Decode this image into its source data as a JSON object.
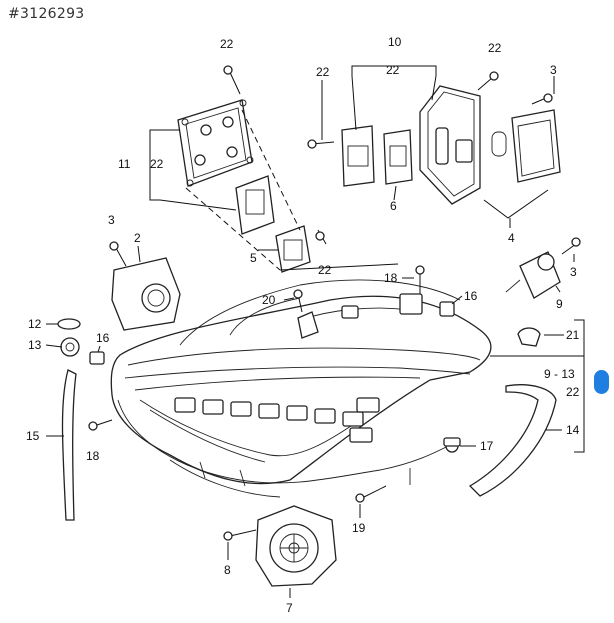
{
  "doc_id": "#3126293",
  "callouts": {
    "c_22_top": "22",
    "c_10": "10",
    "c_10_22": "22",
    "c_22_left_bracket": "22",
    "c_22_right_top": "22",
    "c_3_top": "3",
    "c_11": "11",
    "c_11_22": "22",
    "c_6": "6",
    "c_4": "4",
    "c_3_left": "3",
    "c_2": "2",
    "c_5": "5",
    "c_22_mid": "22",
    "c_18_top": "18",
    "c_3_right": "3",
    "c_9": "9",
    "c_20": "20",
    "c_16_top": "16",
    "c_12": "12",
    "c_16_left": "16",
    "c_13": "13",
    "c_21": "21",
    "c_9_13": "9 - 13",
    "c_22_right": "22",
    "c_15": "15",
    "c_14": "14",
    "c_18_bottom": "18",
    "c_17": "17",
    "c_19": "19",
    "c_8": "8",
    "c_7": "7"
  },
  "marker_color": "#1e7fe0"
}
